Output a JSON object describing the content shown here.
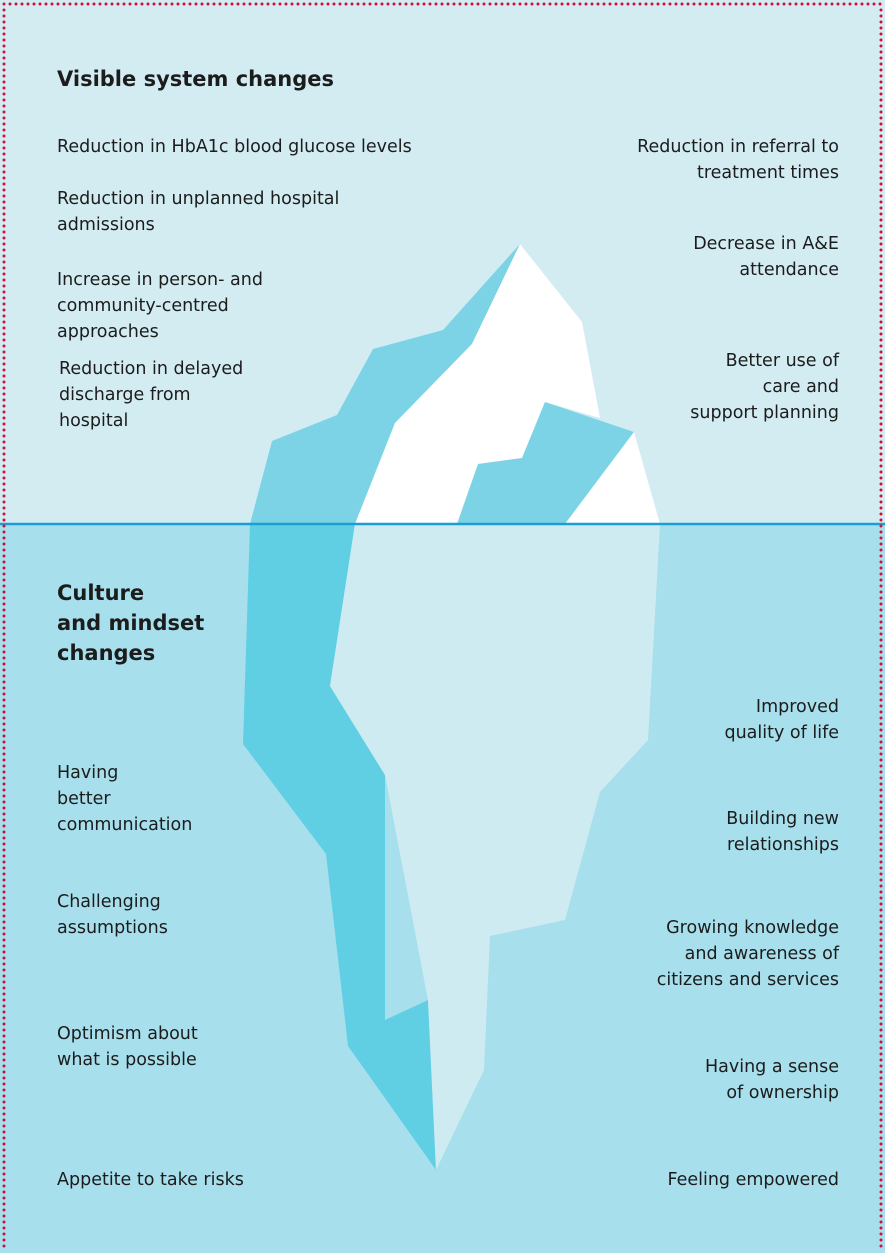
{
  "colors": {
    "sky": "#d2ecf2",
    "water": "#a7dfec",
    "waterline": "#1a9fd2",
    "iceberg_shadow_above": "#7dd3e6",
    "iceberg_shadow_below": "#60cfe4",
    "iceberg_white": "#ffffff",
    "iceberg_light_below": "#cfebf2",
    "border_dots": "#d0103a",
    "text": "#1c1c1c"
  },
  "above": {
    "heading": "Visible system changes",
    "left_items": [
      "Reduction in HbA1c blood glucose levels",
      "Reduction in unplanned hospital\nadmissions",
      "Increase in person- and\ncommunity-centred\napproaches",
      "Reduction in delayed\ndischarge from\nhospital"
    ],
    "right_items": [
      "Reduction in referral to\ntreatment times",
      "Decrease in A&E\nattendance",
      "Better use of\ncare and\nsupport planning"
    ]
  },
  "below": {
    "heading": "Culture\nand mindset\nchanges",
    "left_items": [
      "Having\nbetter\ncommunication",
      "Challenging\nassumptions",
      "Optimism about\nwhat is possible",
      "Appetite to take risks"
    ],
    "right_items": [
      "Improved\nquality of life",
      "Building new\nrelationships",
      "Growing knowledge\nand awareness of\ncitizens and services",
      "Having a sense\nof ownership",
      "Feeling empowered"
    ]
  }
}
